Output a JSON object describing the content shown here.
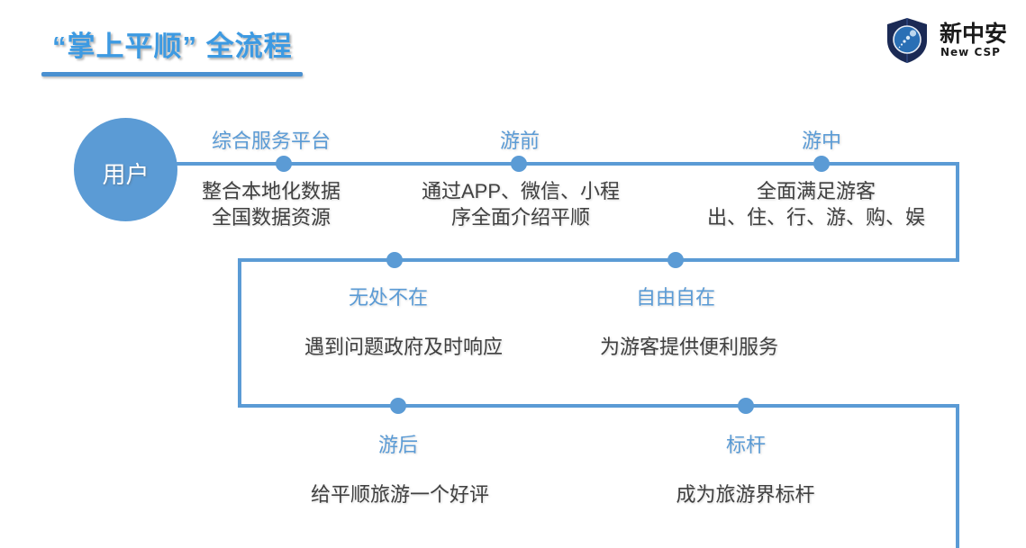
{
  "header": {
    "title": "“掌上平顺” 全流程",
    "rule_color": "#4a90d0",
    "title_color": "#3d9ae2"
  },
  "logo": {
    "cn_name": "新中安",
    "en_name": "New CSP",
    "shield_color": "#1b2a55",
    "circle_color": "#2a6fb5"
  },
  "flow": {
    "start_node": {
      "label": "用户",
      "fill": "#5b9bd5",
      "text_color": "#ffffff"
    },
    "line_color": "#5b9bd5",
    "label_color": "#5b9bd5",
    "body_color": "#404040",
    "nodes": [
      {
        "label": "综合服务平台",
        "body": "整合本地化数据\n全国数据资源",
        "row": 1
      },
      {
        "label": "游前",
        "body": "通过APP、微信、小程\n序全面介绍平顺",
        "row": 1
      },
      {
        "label": "游中",
        "body": "全面满足游客\n出、住、行、游、购、娱",
        "row": 1
      },
      {
        "label": "无处不在",
        "body": "遇到问题政府及时响应",
        "row": 2
      },
      {
        "label": "自由自在",
        "body": "为游客提供便利服务",
        "row": 2
      },
      {
        "label": "游后",
        "body": "给平顺旅游一个好评",
        "row": 3
      },
      {
        "label": "标杆",
        "body": "成为旅游界标杆",
        "row": 3
      }
    ]
  }
}
